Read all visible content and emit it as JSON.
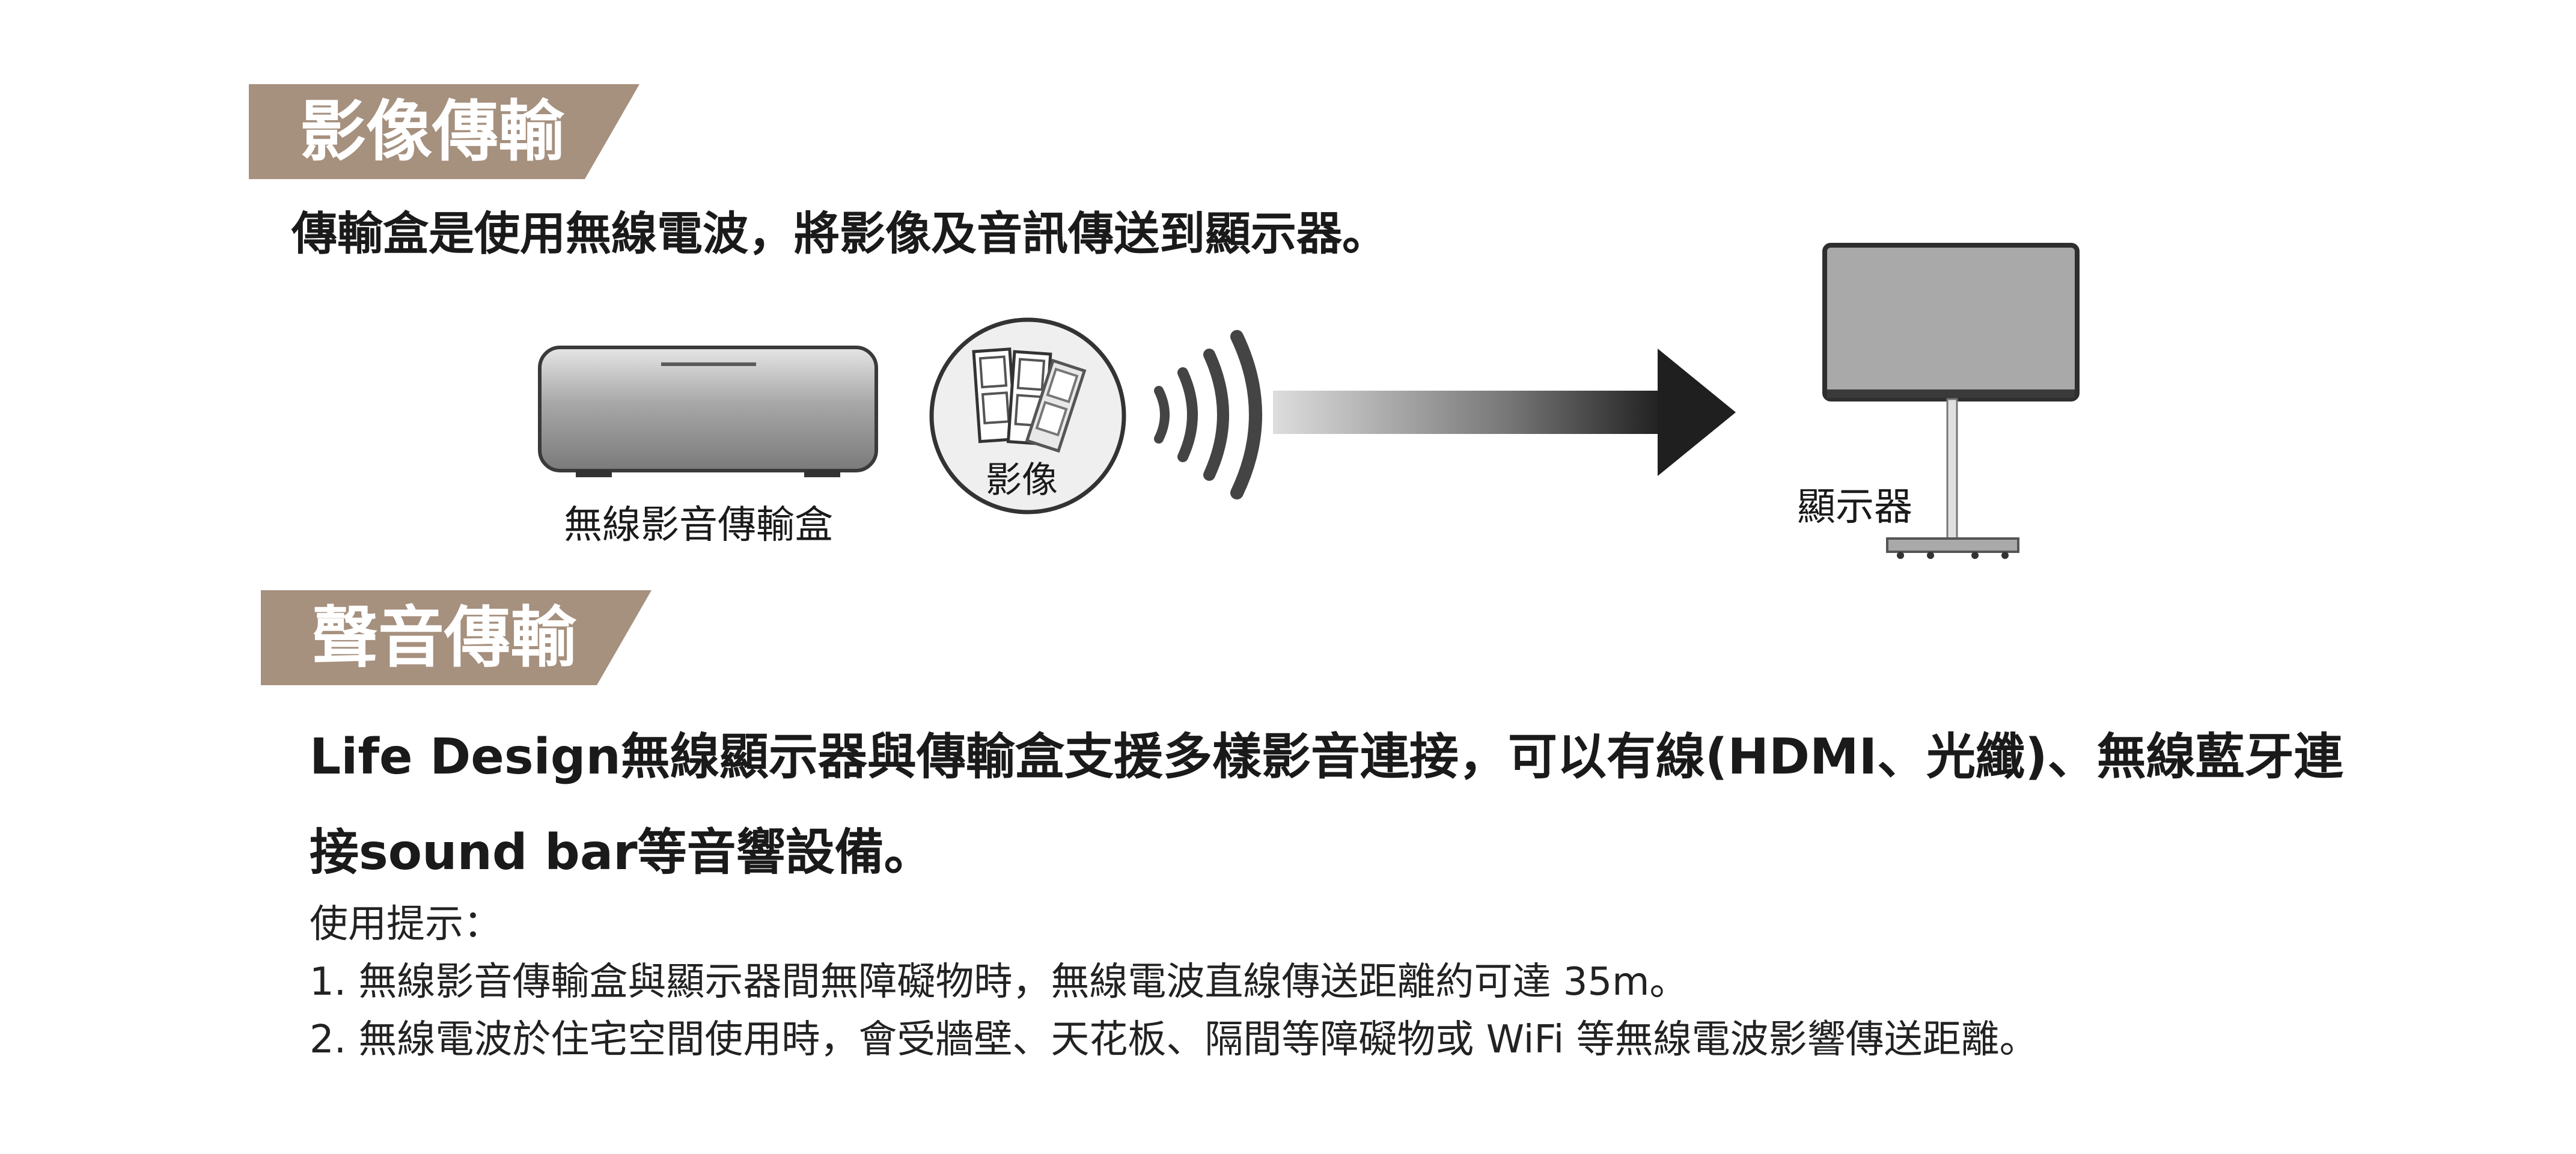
{
  "sections": {
    "video": {
      "heading": "影像傳輸",
      "description": "傳輸盒是使用無線電波，將影像及音訊傳送到顯示器。"
    },
    "audio": {
      "heading": "聲音傳輸",
      "description": "Life Design無線顯示器與傳輸盒支援多樣影音連接，可以有線(HDMI、光纖)、無線藍牙連接sound bar等音響設備。"
    }
  },
  "diagram": {
    "box_label": "無線影音傳輸盒",
    "video_label": "影像",
    "display_label": "顯示器",
    "colors": {
      "box_body": "#9a9a9a",
      "arrow_dark": "#1f1f1f",
      "screen": "#a9a9a9",
      "wave": "#444444"
    }
  },
  "tips": {
    "title": "使用提示：",
    "items": [
      "1. 無線影音傳輸盒與顯示器間無障礙物時，無線電波直線傳送距離約可達 35m。",
      "2. 無線電波於住宅空間使用時，會受牆壁、天花板、隔間等障礙物或 WiFi 等無線電波影響傳送距離。"
    ]
  }
}
